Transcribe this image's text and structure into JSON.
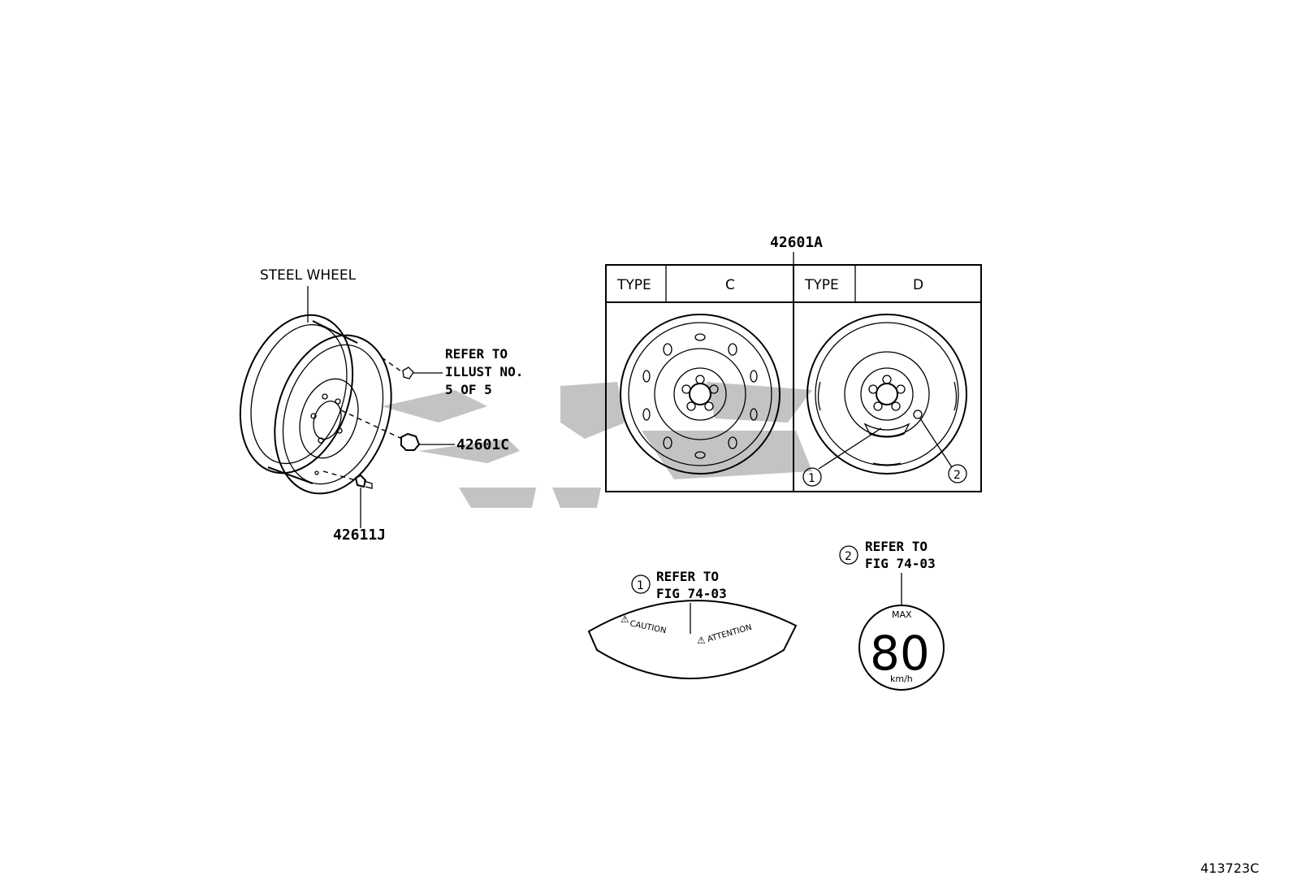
{
  "left_wheel": {
    "steel_wheel_label": "STEEL WHEEL",
    "refer_line1": "REFER TO",
    "refer_line2": "ILLUST NO.",
    "refer_line3": "5 OF 5",
    "nut_part": "42601C",
    "valve_part": "42611J"
  },
  "table": {
    "part_number": "42601A",
    "type_label_c": "TYPE",
    "type_value_c": "C",
    "type_label_d": "TYPE",
    "type_value_d": "D",
    "callout_1": "1",
    "callout_2": "2"
  },
  "label_caution": {
    "callout": "1",
    "refer_line1": "REFER TO",
    "refer_line2": "FIG 74-03",
    "caution_text": "CAUTION",
    "attention_text": "ATTENTION"
  },
  "label_speed": {
    "callout": "2",
    "refer_line1": "REFER TO",
    "refer_line2": "FIG 74-03",
    "max_text": "MAX",
    "speed_value": "80",
    "unit": "km/h"
  },
  "figure_id": "413723C"
}
